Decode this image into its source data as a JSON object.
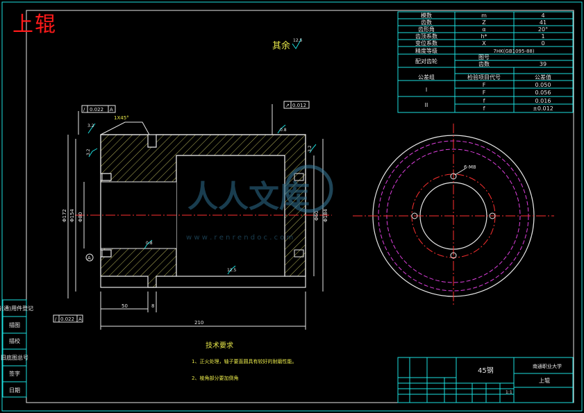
{
  "title_corner": "上辊",
  "surface_note": "其余",
  "roughness": {
    "default": "12.5",
    "a": "3.2",
    "b": "3.2",
    "c": "0.8",
    "d": "0.8",
    "e": "3.2",
    "f": "12.5"
  },
  "chamfer": "1X45°",
  "tolerances": {
    "top_left": [
      "/",
      "0.022",
      "A"
    ],
    "top_right": [
      "↗",
      "0.012"
    ],
    "bottom_left": [
      "/",
      "0.022",
      "A"
    ]
  },
  "datum": "A",
  "dims": {
    "d172": "Φ172",
    "d154": "Φ154",
    "d80": "Φ80",
    "d60": "Φ60",
    "d184": "Φ184",
    "len50": "50",
    "len8": "8",
    "len210": "210",
    "hole": "6-M8"
  },
  "param_table": [
    [
      "模数",
      "m",
      "4"
    ],
    [
      "齿数",
      "Z",
      "41"
    ],
    [
      "齿形角",
      "α",
      "20°"
    ],
    [
      "齿顶系数",
      "h*",
      "1"
    ],
    [
      "变位系数",
      "X",
      "0"
    ],
    [
      "精度等级",
      "",
      "7HK(GB1095-88)"
    ]
  ],
  "param_table2": {
    "row_mate": [
      "配对齿轮",
      "图号",
      ""
    ],
    "row_teeth": [
      "",
      "齿数",
      "39"
    ],
    "row_head": [
      "公差组",
      "检验项目代号",
      "公差值"
    ],
    "group1": "I",
    "group2": "II",
    "checks": [
      [
        "F",
        "0.050"
      ],
      [
        "F",
        "0.056"
      ],
      [
        "f",
        "0.016"
      ],
      [
        "f",
        "±0.012"
      ]
    ]
  },
  "tech": {
    "title": "技术要求",
    "line1": "1、正火处理，轴子要直圆具有较好的耐磨性能。",
    "line2": "2、棱角部分要加倒角"
  },
  "side_labels": [
    "借(通)用件登记",
    "描图",
    "描校",
    "旧底图总号",
    "签字",
    "日期"
  ],
  "title_block": {
    "material": "45钢",
    "school": "南通职业大学",
    "part": "上辊",
    "scale": "1:1"
  },
  "watermark": {
    "text": "人人文库",
    "url": "w w w . r e n r e n d o c . c o m"
  }
}
